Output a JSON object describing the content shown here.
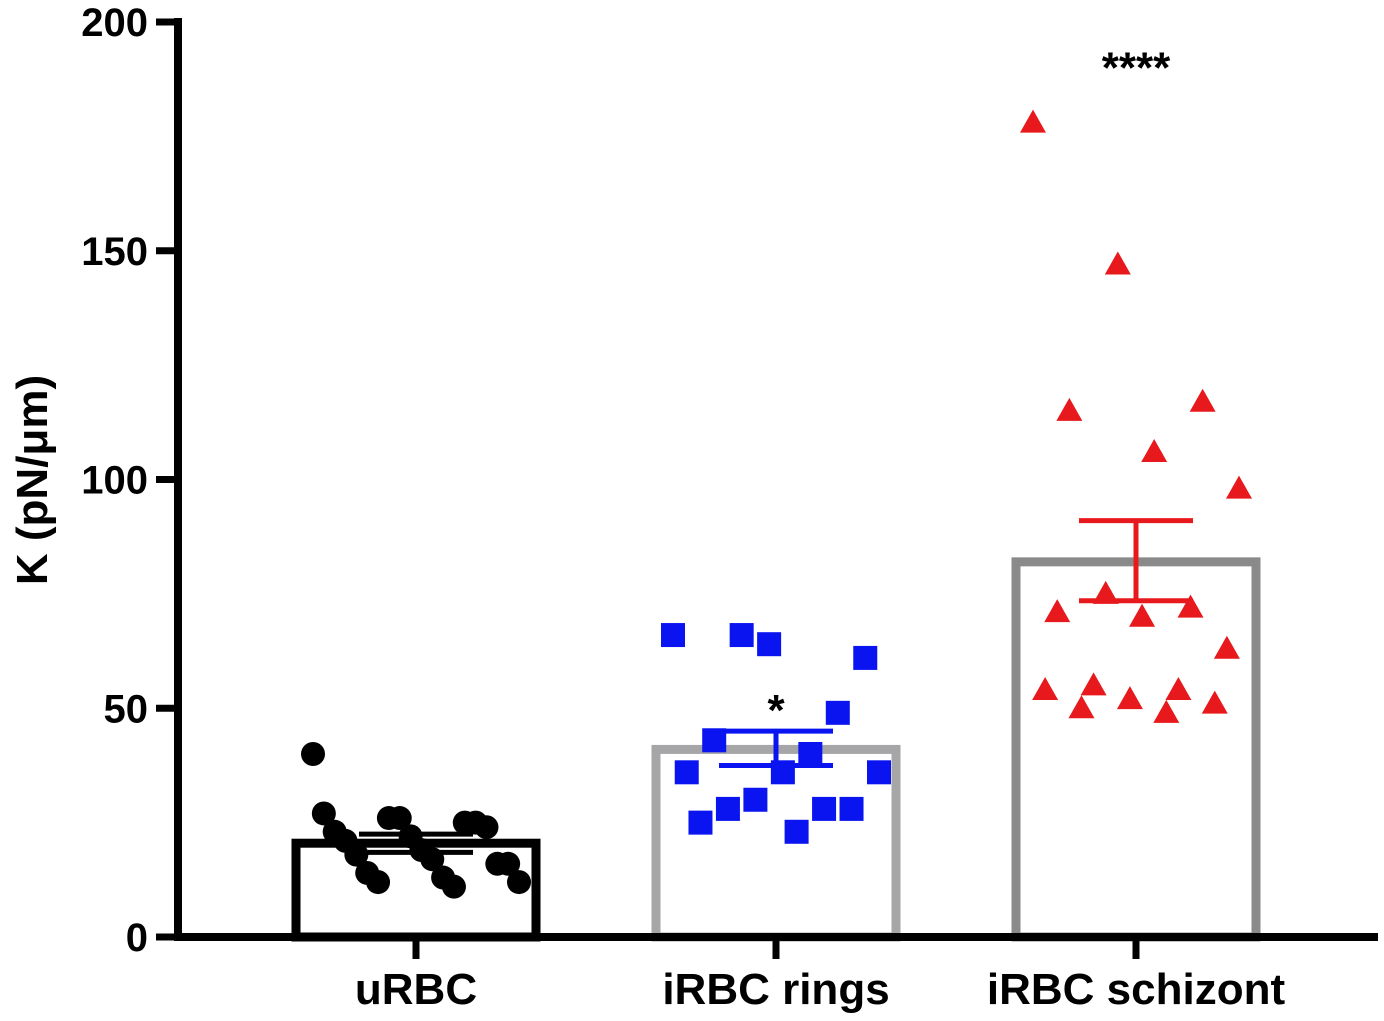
{
  "chart_data": {
    "type": "bar",
    "ylabel": "K (pN/μm)",
    "ylim": [
      0,
      200
    ],
    "yticks": [
      0,
      50,
      100,
      150,
      200
    ],
    "grid": false,
    "legend": "none",
    "categories": [
      "uRBC",
      "iRBC rings",
      "iRBC schizont"
    ],
    "series": [
      {
        "category": "uRBC",
        "mean": 20.5,
        "sem_low": 18.5,
        "sem_high": 22.5,
        "marker": "circle",
        "bar_color": "#000000",
        "point_color": "#000000",
        "significance": "",
        "points": [
          40,
          26,
          25,
          27,
          26,
          25,
          23,
          22,
          24,
          21,
          19,
          16,
          18,
          17,
          16,
          14,
          13,
          12,
          12,
          11
        ]
      },
      {
        "category": "iRBC rings",
        "mean": 41,
        "sem_low": 37.5,
        "sem_high": 45,
        "marker": "square",
        "bar_color": "#a6a6a8",
        "point_color": "#0a14f0",
        "significance": "*",
        "points": [
          66,
          64,
          61,
          66,
          49,
          43,
          40,
          36,
          36,
          36,
          30,
          28,
          28,
          28,
          25,
          23
        ]
      },
      {
        "category": "iRBC schizont",
        "mean": 82,
        "sem_low": 73.5,
        "sem_high": 91,
        "marker": "triangle",
        "bar_color": "#8a8a8a",
        "point_color": "#e8191c",
        "significance": "****",
        "points": [
          178,
          147,
          117,
          115,
          106,
          98,
          75,
          72,
          71,
          70,
          63,
          55,
          54,
          54,
          52,
          51,
          50,
          49
        ]
      }
    ]
  }
}
